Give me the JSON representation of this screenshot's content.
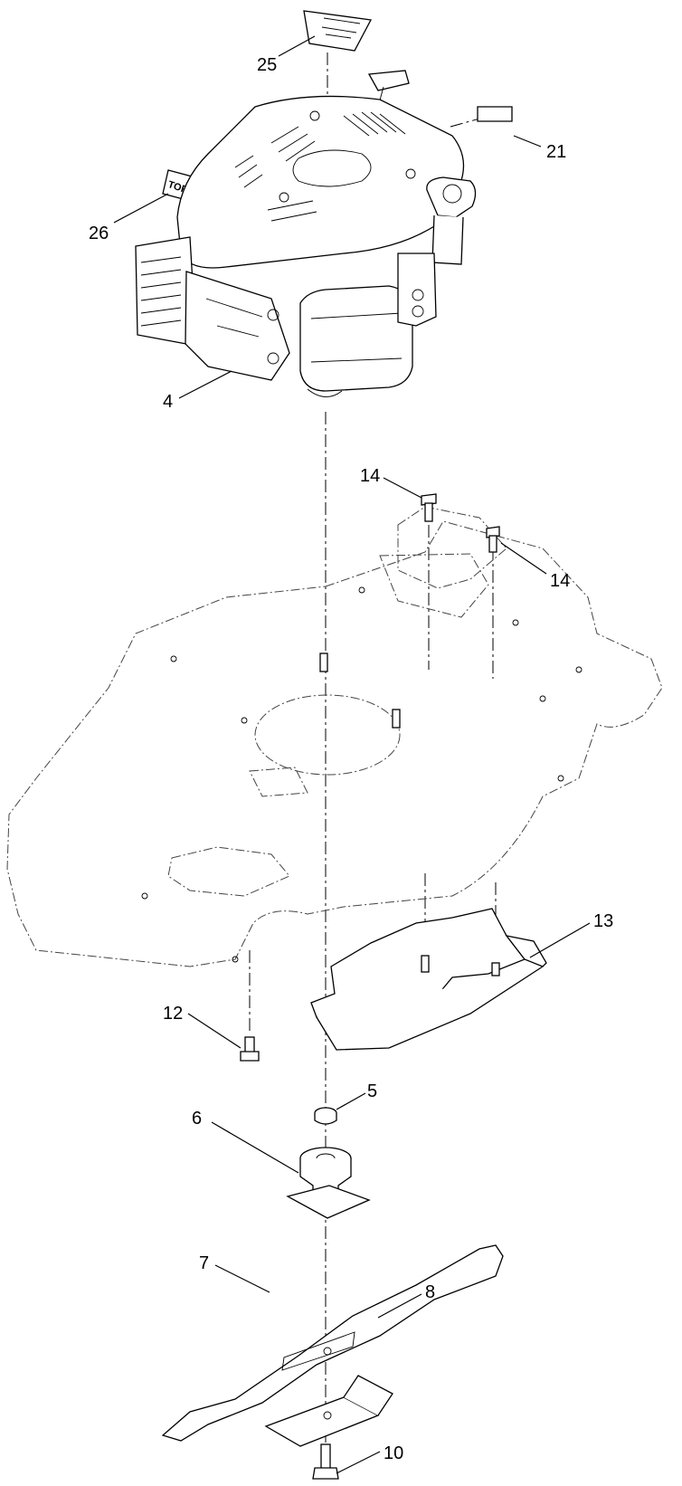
{
  "callouts": {
    "c25": "25",
    "c21": "21",
    "c26": "26",
    "c4": "4",
    "c14a": "14",
    "c14b": "14",
    "c13": "13",
    "c12": "12",
    "c5": "5",
    "c6": "6",
    "c7": "7",
    "c8": "8",
    "c10": "10"
  },
  "decals": {
    "brand": "TORO"
  }
}
